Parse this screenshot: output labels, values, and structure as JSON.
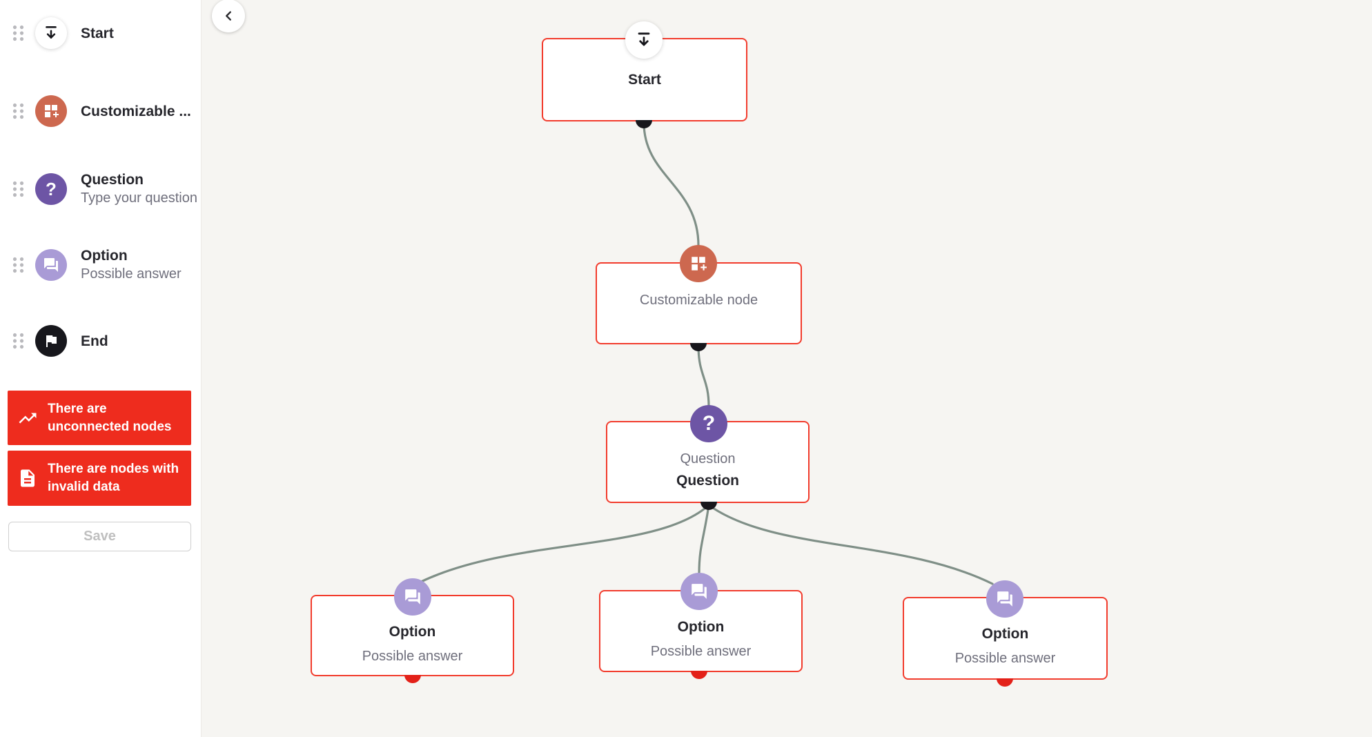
{
  "colors": {
    "canvas-bg": "#f6f5f2",
    "sidebar-bg": "#ffffff",
    "node-border": "#f23b2c",
    "banner-bg": "#ee2c1e",
    "edge": "#7f8f87",
    "port-invalid": "#e32119",
    "port-connected": "#17171c",
    "icon-orange": "#cd684f",
    "icon-purple": "#6d55a5",
    "icon-light-purple": "#a99bd6",
    "icon-black": "#17171c",
    "text-dark": "#26262c",
    "text-gray": "#6f6f7c"
  },
  "sidebar": {
    "items": [
      {
        "label": "Start",
        "icon": "start-icon"
      },
      {
        "label": "Customizable ...",
        "icon": "customizable-node-icon"
      },
      {
        "label": "Question",
        "subtitle": "Type your question",
        "icon": "question-icon"
      },
      {
        "label": "Option",
        "subtitle": "Possible answer",
        "icon": "chat-bubble-icon"
      },
      {
        "label": "End",
        "icon": "flag-icon"
      }
    ],
    "warnings": [
      {
        "text": "There are unconnected nodes",
        "icon": "trending-up-icon"
      },
      {
        "text": "There are nodes with invalid data",
        "icon": "document-icon"
      }
    ],
    "save_label": "Save"
  },
  "canvas": {
    "nodes": {
      "start": {
        "title": "Start"
      },
      "customizable": {
        "title": "Customizable node"
      },
      "question": {
        "type_label": "Question",
        "title": "Question"
      },
      "option_left": {
        "title": "Option",
        "subtitle": "Possible answer"
      },
      "option_middle": {
        "title": "Option",
        "subtitle": "Possible answer"
      },
      "option_right": {
        "title": "Option",
        "subtitle": "Possible answer"
      }
    }
  }
}
